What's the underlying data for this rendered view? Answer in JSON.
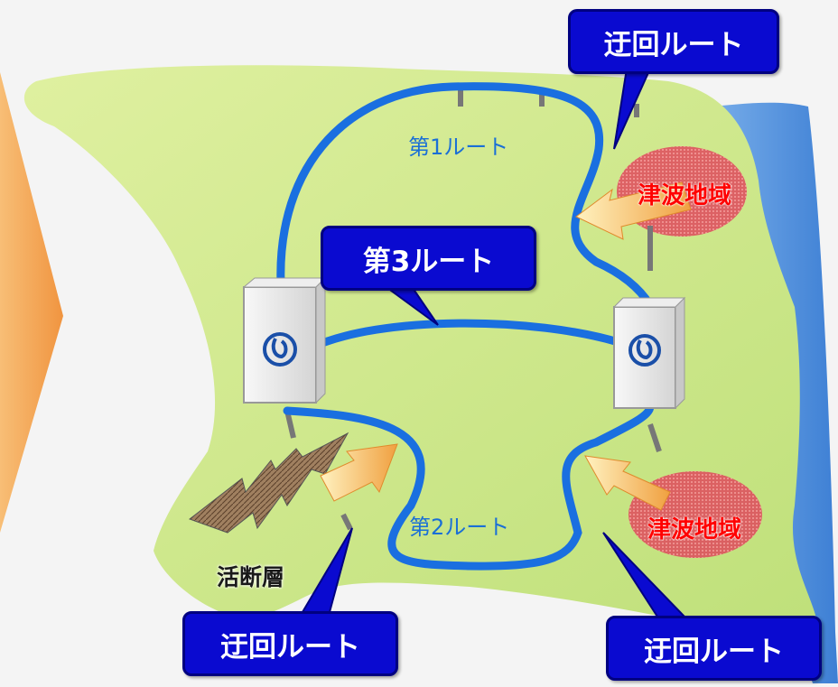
{
  "diagram": {
    "detour_route_top": "迂回ルート",
    "third_route": "第3ルート",
    "route_1": "第1ルート",
    "route_2": "第2ルート",
    "tsunami_area_top": "津波地域",
    "tsunami_area_bottom": "津波地域",
    "active_fault": "活断層",
    "detour_route_bottom_left": "迂回ルート",
    "detour_route_bottom_right": "迂回ルート"
  },
  "colors": {
    "land": "#cfe88a",
    "sea": "#4a8ad8",
    "route_line": "#1a6fe0",
    "callout": "#0a0ad0",
    "tsunami_zone": "#e04060",
    "arrow": "#f0a040",
    "side_arrow": "#f49b3c"
  },
  "icons": [
    "station-building-icon",
    "arrow-icon",
    "fault-crack-icon",
    "tsunami-zone-icon"
  ]
}
